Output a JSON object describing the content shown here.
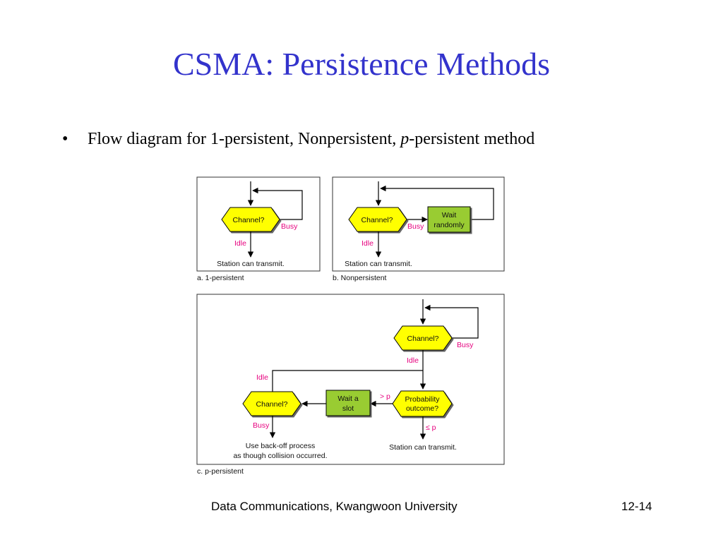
{
  "slide": {
    "title": "CSMA: Persistence Methods",
    "bullet": {
      "marker": "•",
      "text_before": "Flow diagram for 1-persistent, Nonpersistent, ",
      "text_italic": "p",
      "text_after": "-persistent method"
    },
    "footer_left": "Data Communications, Kwangwoon University",
    "footer_right": "12-14"
  },
  "diagram_a": {
    "decision": "Channel?",
    "busy": "Busy",
    "idle": "Idle",
    "result": "Station can transmit.",
    "caption": "a. 1-persistent"
  },
  "diagram_b": {
    "decision": "Channel?",
    "busy": "Busy",
    "idle": "Idle",
    "wait_line1": "Wait",
    "wait_line2": "randomly",
    "result": "Station can transmit.",
    "caption": "b. Nonpersistent"
  },
  "diagram_c": {
    "decision_top": "Channel?",
    "busy_top": "Busy",
    "idle_top": "Idle",
    "prob_line1": "Probability",
    "prob_line2": "outcome?",
    "gt_p": "> p",
    "le_p": "≤ p",
    "wait_line1": "Wait a",
    "wait_line2": "slot",
    "decision_left": "Channel?",
    "idle_left": "Idle",
    "busy_left": "Busy",
    "backoff_line1": "Use back-off process",
    "backoff_line2": "as though collision occurred.",
    "result": "Station can transmit.",
    "caption": "c. p-persistent"
  },
  "colors": {
    "title": "#3333cc",
    "decision_fill": "#ffff00",
    "process_fill": "#99cc33",
    "label_magenta": "#e6007e"
  }
}
